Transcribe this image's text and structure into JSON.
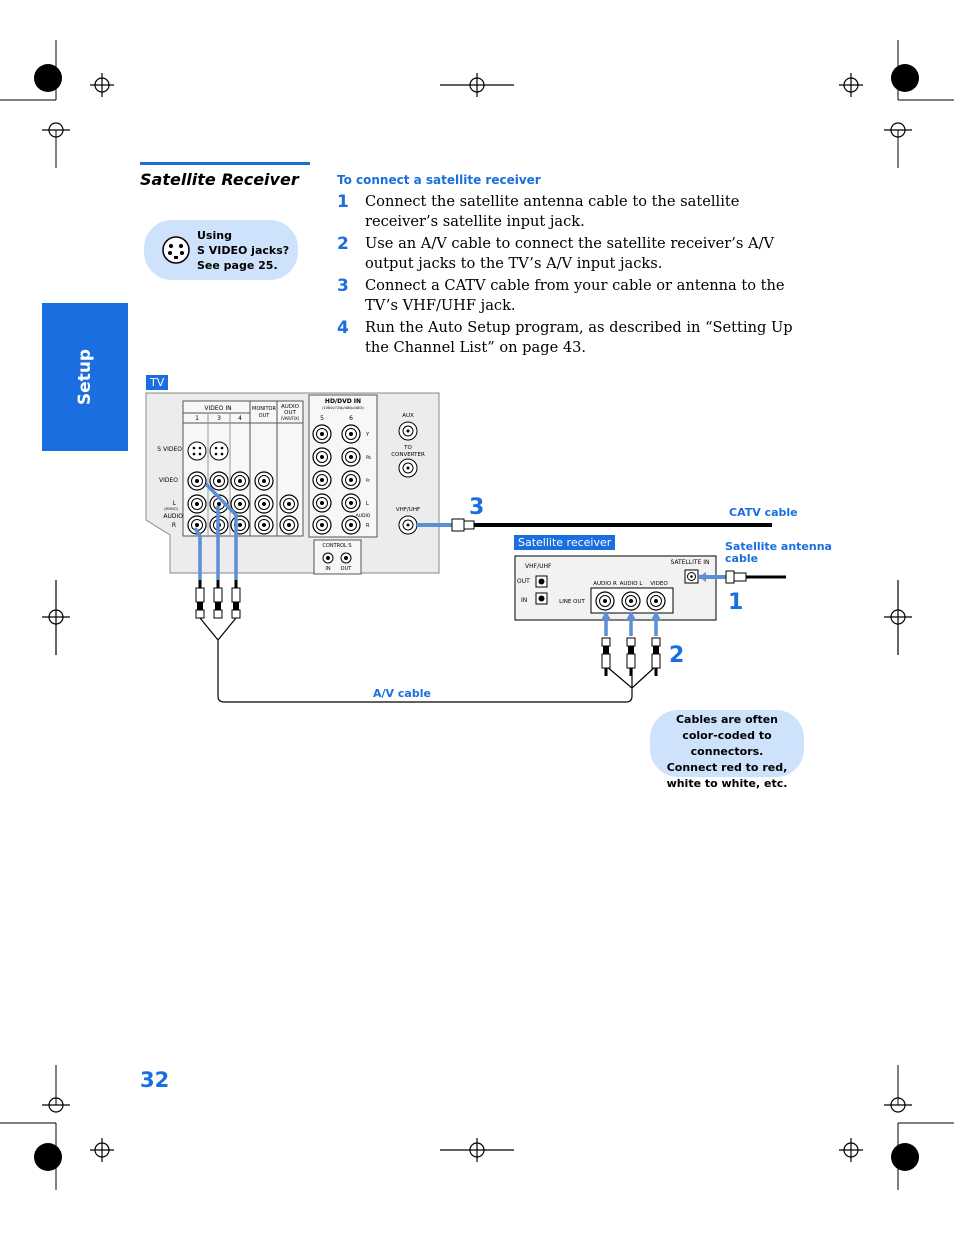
{
  "section": {
    "title": "Satellite Receiver",
    "side_tab": "Setup"
  },
  "tip_svideo": {
    "line1": "Using",
    "line2": "S VIDEO jacks?",
    "line3": "See page 25."
  },
  "subheading": "To connect a satellite receiver",
  "steps": [
    {
      "num": "1",
      "text": "Connect the satellite antenna cable to the satellite receiver’s satellite input jack."
    },
    {
      "num": "2",
      "text": "Use an A/V cable to connect the satellite receiver’s A/V output jacks to the TV’s A/V input jacks."
    },
    {
      "num": "3",
      "text": "Connect a CATV cable from your cable or antenna to the TV’s VHF/UHF jack."
    },
    {
      "num": "4",
      "text": "Run the Auto Setup program, as described in “Setting Up the Channel List” on page 43."
    }
  ],
  "diagram": {
    "tv_tag": "TV",
    "tv_labels": {
      "video_in": "VIDEO IN",
      "in1": "1",
      "in3": "3",
      "in4": "4",
      "monitor_out": "MONITOR",
      "monitor_out2": "OUT",
      "audio_out": "AUDIO",
      "audio_out2": "OUT",
      "audio_out3": "(VAR/FIX)",
      "s_video": "S VIDEO",
      "video": "VIDEO",
      "l": "L",
      "mono": "(MONO)",
      "audio": "AUDIO",
      "r": "R",
      "hd_dvd_in": "HD/DVD IN",
      "hd_formats": "(1080i/720p/480p/480i)",
      "in5": "5",
      "in6": "6",
      "y": "Y",
      "pb": "Pb",
      "pr": "Pr",
      "hd_l": "L",
      "hd_audio": "AUDIO",
      "hd_r": "R",
      "control_s": "CONTROL S",
      "cs_in": "IN",
      "cs_out": "OUT",
      "aux": "AUX",
      "to": "TO",
      "converter": "CONVERTER",
      "vhf_uhf": "VHF/UHF"
    },
    "receiver_tag": "Satellite receiver",
    "receiver_labels": {
      "vhf_uhf": "VHF/UHF",
      "out": "OUT",
      "in": "IN",
      "satellite_in": "SATELLITE IN",
      "audio_r": "AUDIO R",
      "audio_l": "AUDIO L",
      "video": "VIDEO",
      "line_out": "LINE OUT"
    },
    "catv_cable": "CATV cable",
    "sat_antenna_cable_1": "Satellite antenna",
    "sat_antenna_cable_2": "cable",
    "av_cable": "A/V cable",
    "callout_1": "1",
    "callout_2": "2",
    "callout_3": "3"
  },
  "tip_cables": {
    "line1": "Cables are often",
    "line2": "color-coded to connectors.",
    "line3": "Connect red to red,",
    "line4": "white to white, etc."
  },
  "page_number": "32",
  "colors": {
    "accent": "#1a6ee0",
    "tip_bg": "#cfe2fb"
  }
}
